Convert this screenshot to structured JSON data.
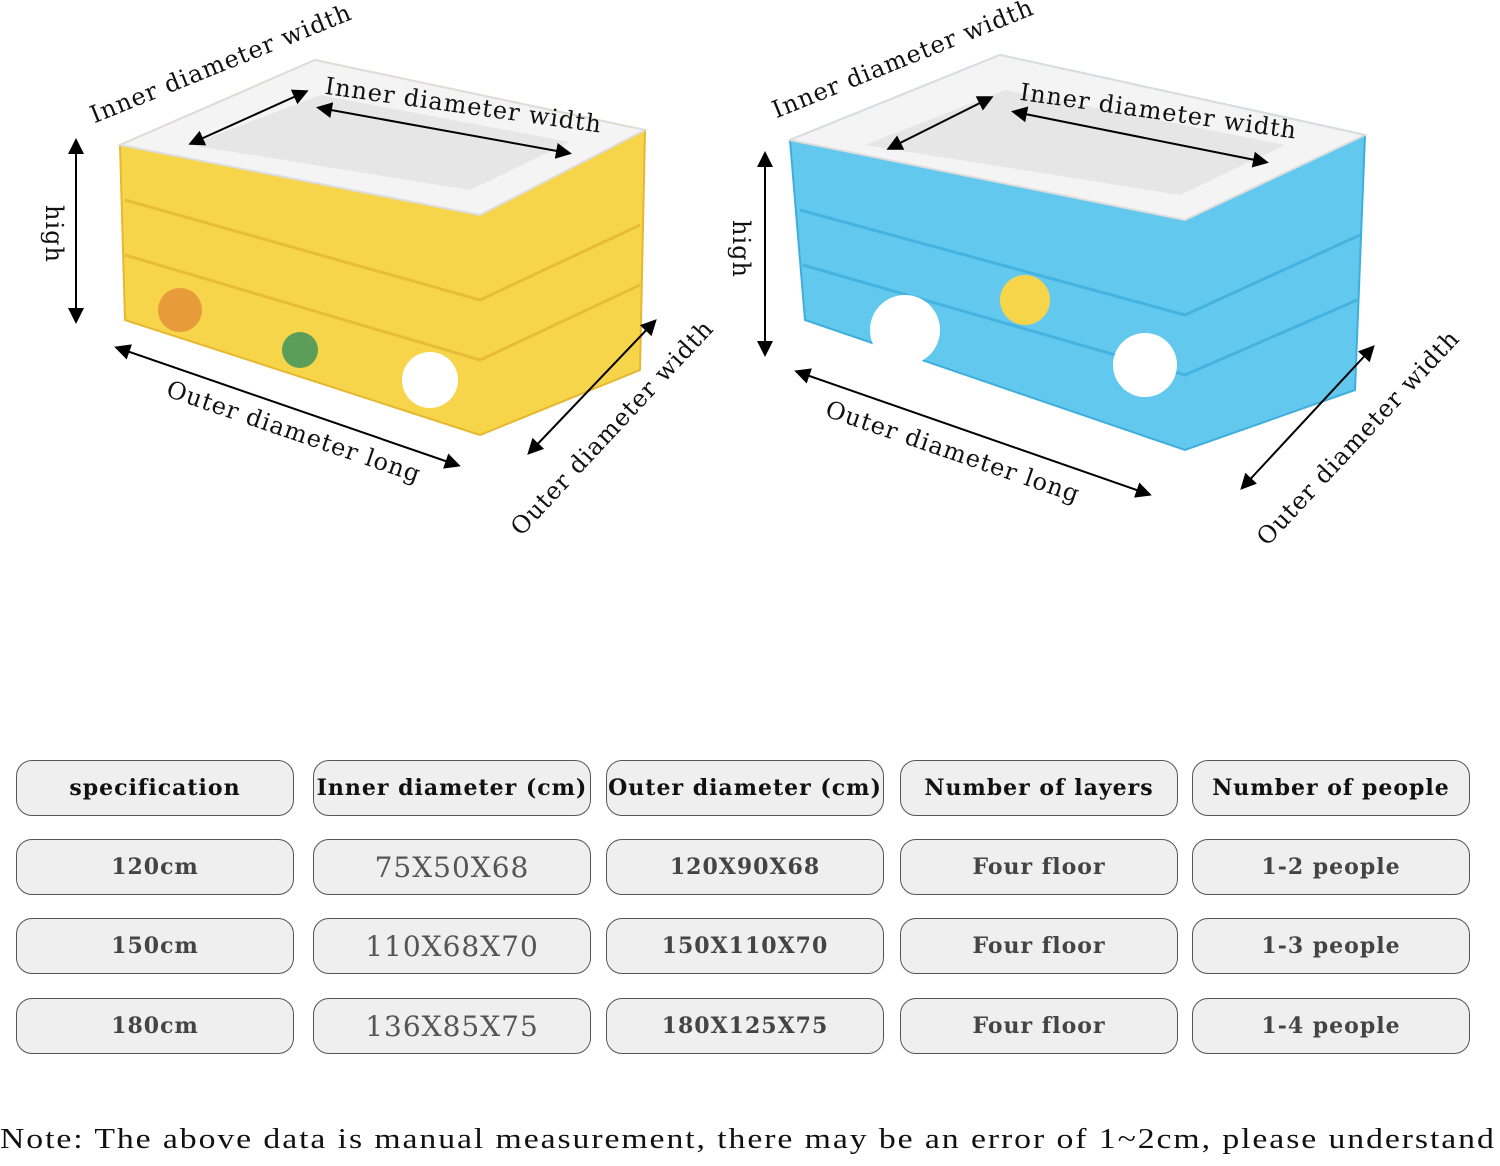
{
  "diagrams": [
    {
      "color": "#f7d54a",
      "labels": {
        "inner_width_left": "Inner diameter width",
        "inner_width_top": "Inner diameter width",
        "high": "high",
        "outer_long": "Outer diameter long",
        "outer_width": "Outer diameter width"
      }
    },
    {
      "color": "#63c8ee",
      "labels": {
        "inner_width_left": "Inner diameter width",
        "inner_width_top": "Inner diameter width",
        "high": "high",
        "outer_long": "Outer diameter long",
        "outer_width": "Outer diameter width"
      }
    }
  ],
  "table": {
    "headers": [
      "specification",
      "Inner diameter (cm)",
      "Outer diameter (cm)",
      "Number of layers",
      "Number of people"
    ],
    "rows": [
      [
        "120cm",
        "75X50X68",
        "120X90X68",
        "Four floor",
        "1-2 people"
      ],
      [
        "150cm",
        "110X68X70",
        "150X110X70",
        "Four floor",
        "1-3 people"
      ],
      [
        "180cm",
        "136X85X75",
        "180X125X75",
        "Four floor",
        "1-4 people"
      ]
    ]
  },
  "note": "Note: The above data is manual measurement, there may be an error of 1~2cm, please understand"
}
